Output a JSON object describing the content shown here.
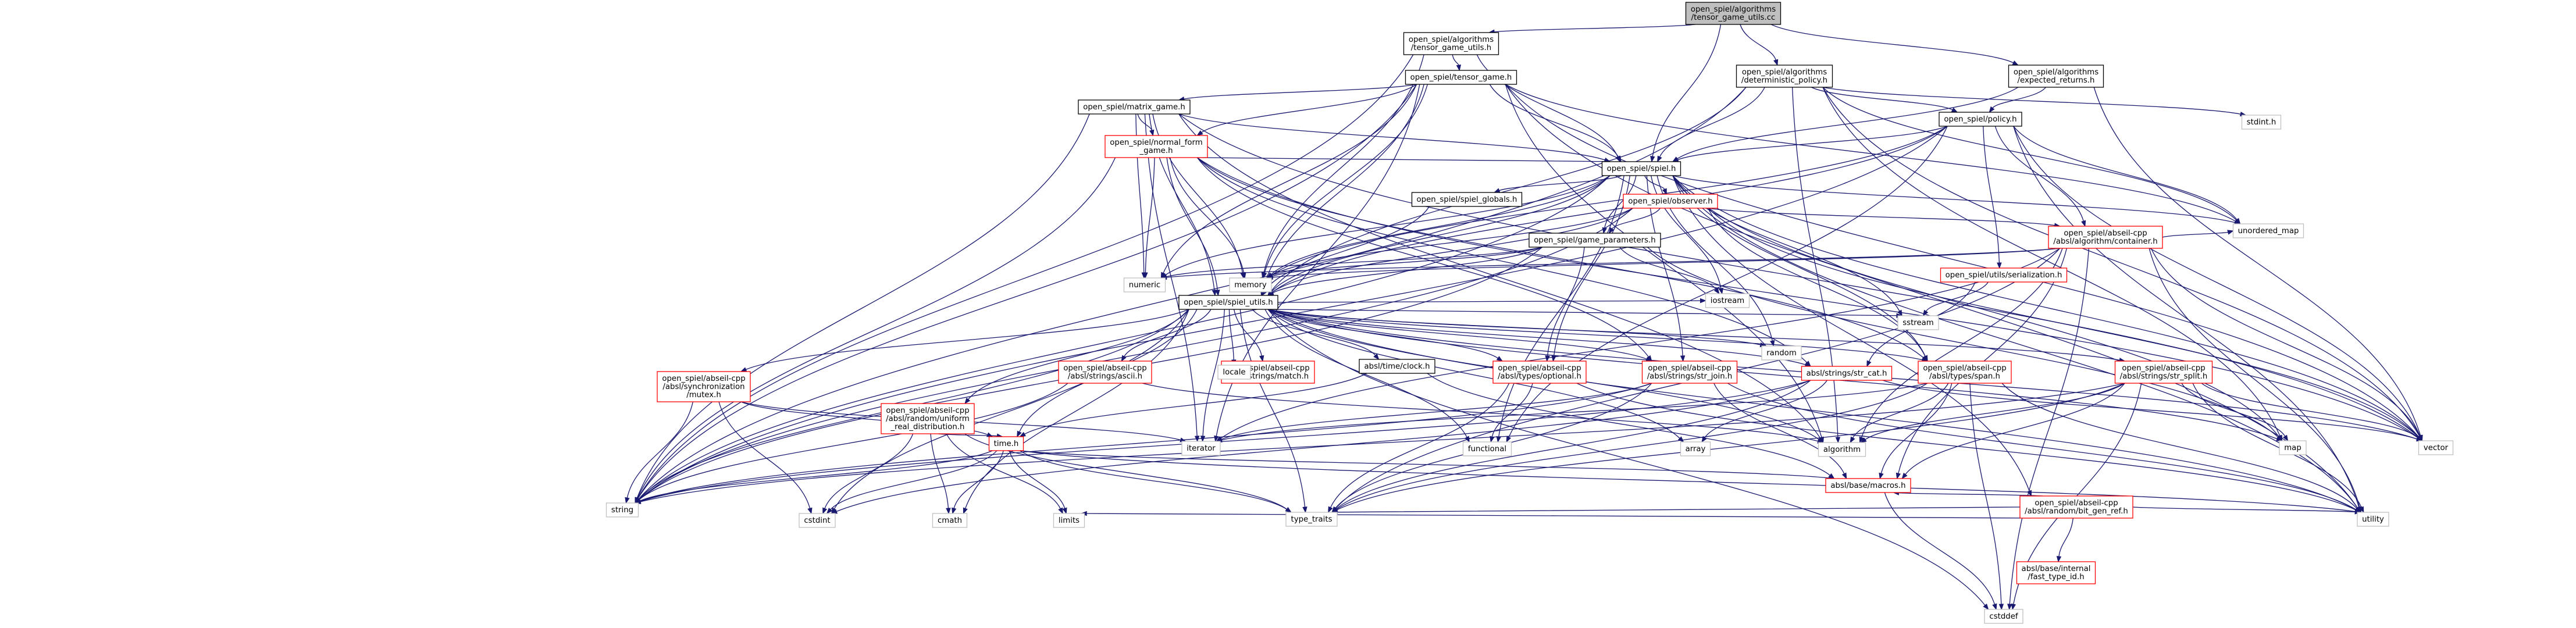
{
  "colors": {
    "edge": "#191970",
    "node_fill": "#ffffff",
    "node_border_normal": "#000000",
    "node_border_link": "#bfbfbf",
    "node_border_truncated": "#ff0000",
    "focus_fill": "#bfbfbf",
    "text": "#000000"
  },
  "nodes": [
    {
      "id": "tgu_cc",
      "lines": [
        "open_spiel/algorithms",
        "/tensor_game_utils.cc"
      ],
      "style": "focus"
    },
    {
      "id": "tgu_h",
      "lines": [
        "open_spiel/algorithms",
        "/tensor_game_utils.h"
      ],
      "style": "normal"
    },
    {
      "id": "det_policy",
      "lines": [
        "open_spiel/algorithms",
        "/deterministic_policy.h"
      ],
      "style": "normal"
    },
    {
      "id": "exp_returns",
      "lines": [
        "open_spiel/algorithms",
        "/expected_returns.h"
      ],
      "style": "normal"
    },
    {
      "id": "tensor_game",
      "lines": [
        "open_spiel/tensor_game.h"
      ],
      "style": "normal"
    },
    {
      "id": "matrix_game",
      "lines": [
        "open_spiel/matrix_game.h"
      ],
      "style": "normal"
    },
    {
      "id": "normal_form",
      "lines": [
        "open_spiel/normal_form",
        "_game.h"
      ],
      "style": "truncated"
    },
    {
      "id": "policy",
      "lines": [
        "open_spiel/policy.h"
      ],
      "style": "normal"
    },
    {
      "id": "spiel",
      "lines": [
        "open_spiel/spiel.h"
      ],
      "style": "normal"
    },
    {
      "id": "spiel_globals",
      "lines": [
        "open_spiel/spiel_globals.h"
      ],
      "style": "normal"
    },
    {
      "id": "observer",
      "lines": [
        "open_spiel/observer.h"
      ],
      "style": "truncated"
    },
    {
      "id": "game_params",
      "lines": [
        "open_spiel/game_parameters.h"
      ],
      "style": "normal"
    },
    {
      "id": "container",
      "lines": [
        "open_spiel/abseil-cpp",
        "/absl/algorithm/container.h"
      ],
      "style": "truncated"
    },
    {
      "id": "serialization",
      "lines": [
        "open_spiel/utils/serialization.h"
      ],
      "style": "truncated"
    },
    {
      "id": "spiel_utils",
      "lines": [
        "open_spiel/spiel_utils.h"
      ],
      "style": "normal"
    },
    {
      "id": "mutex",
      "lines": [
        "open_spiel/abseil-cpp",
        "/absl/synchronization",
        "/mutex.h"
      ],
      "style": "truncated"
    },
    {
      "id": "ascii",
      "lines": [
        "open_spiel/abseil-cpp",
        "/absl/strings/ascii.h"
      ],
      "style": "truncated"
    },
    {
      "id": "strmatch",
      "lines": [
        "open_spiel/abseil-cpp",
        "/absl/strings/match.h"
      ],
      "style": "truncated"
    },
    {
      "id": "clock",
      "lines": [
        "absl/time/clock.h"
      ],
      "style": "normal"
    },
    {
      "id": "optional",
      "lines": [
        "open_spiel/abseil-cpp",
        "/absl/types/optional.h"
      ],
      "style": "truncated"
    },
    {
      "id": "str_join",
      "lines": [
        "open_spiel/abseil-cpp",
        "/absl/strings/str_join.h"
      ],
      "style": "truncated"
    },
    {
      "id": "str_cat",
      "lines": [
        "absl/strings/str_cat.h"
      ],
      "style": "truncated"
    },
    {
      "id": "span",
      "lines": [
        "open_spiel/abseil-cpp",
        "/absl/types/span.h"
      ],
      "style": "truncated"
    },
    {
      "id": "str_split",
      "lines": [
        "open_spiel/abseil-cpp",
        "/absl/strings/str_split.h"
      ],
      "style": "truncated"
    },
    {
      "id": "uniform_real",
      "lines": [
        "open_spiel/abseil-cpp",
        "/absl/random/uniform",
        "_real_distribution.h"
      ],
      "style": "truncated"
    },
    {
      "id": "time_h",
      "lines": [
        "time.h"
      ],
      "style": "truncated"
    },
    {
      "id": "bit_gen_ref",
      "lines": [
        "open_spiel/abseil-cpp",
        "/absl/random/bit_gen_ref.h"
      ],
      "style": "truncated"
    },
    {
      "id": "macros",
      "lines": [
        "absl/base/macros.h"
      ],
      "style": "truncated"
    },
    {
      "id": "fast_type_id",
      "lines": [
        "absl/base/internal",
        "/fast_type_id.h"
      ],
      "style": "truncated"
    },
    {
      "id": "s_stdint",
      "lines": [
        "stdint.h"
      ],
      "style": "link"
    },
    {
      "id": "s_unordered_map",
      "lines": [
        "unordered_map"
      ],
      "style": "link"
    },
    {
      "id": "s_numeric",
      "lines": [
        "numeric"
      ],
      "style": "link"
    },
    {
      "id": "s_memory",
      "lines": [
        "memory"
      ],
      "style": "link"
    },
    {
      "id": "s_iostream",
      "lines": [
        "iostream"
      ],
      "style": "link"
    },
    {
      "id": "s_sstream",
      "lines": [
        "sstream"
      ],
      "style": "link"
    },
    {
      "id": "s_locale",
      "lines": [
        "locale"
      ],
      "style": "link"
    },
    {
      "id": "s_random",
      "lines": [
        "random"
      ],
      "style": "link"
    },
    {
      "id": "s_map",
      "lines": [
        "map"
      ],
      "style": "link"
    },
    {
      "id": "s_vector",
      "lines": [
        "vector"
      ],
      "style": "link"
    },
    {
      "id": "s_iterator",
      "lines": [
        "iterator"
      ],
      "style": "link"
    },
    {
      "id": "s_functional",
      "lines": [
        "functional"
      ],
      "style": "link"
    },
    {
      "id": "s_array",
      "lines": [
        "array"
      ],
      "style": "link"
    },
    {
      "id": "s_algorithm",
      "lines": [
        "algorithm"
      ],
      "style": "link"
    },
    {
      "id": "s_string",
      "lines": [
        "string"
      ],
      "style": "link"
    },
    {
      "id": "s_cstdint",
      "lines": [
        "cstdint"
      ],
      "style": "link"
    },
    {
      "id": "s_cmath",
      "lines": [
        "cmath"
      ],
      "style": "link"
    },
    {
      "id": "s_limits",
      "lines": [
        "limits"
      ],
      "style": "link"
    },
    {
      "id": "s_type_traits",
      "lines": [
        "type_traits"
      ],
      "style": "link"
    },
    {
      "id": "s_utility",
      "lines": [
        "utility"
      ],
      "style": "link"
    },
    {
      "id": "s_cstddef",
      "lines": [
        "cstddef"
      ],
      "style": "link"
    }
  ],
  "edges": [
    [
      "tgu_cc",
      "tgu_h"
    ],
    [
      "tgu_cc",
      "spiel"
    ],
    [
      "tgu_cc",
      "det_policy"
    ],
    [
      "tgu_cc",
      "exp_returns"
    ],
    [
      "tgu_h",
      "tensor_game"
    ],
    [
      "tgu_h",
      "s_memory"
    ],
    [
      "tgu_h",
      "s_string"
    ],
    [
      "tgu_h",
      "spiel"
    ],
    [
      "det_policy",
      "s_stdint"
    ],
    [
      "det_policy",
      "s_map"
    ],
    [
      "det_policy",
      "s_string"
    ],
    [
      "det_policy",
      "s_unordered_map"
    ],
    [
      "det_policy",
      "s_vector"
    ],
    [
      "det_policy",
      "s_algorithm"
    ],
    [
      "det_policy",
      "policy"
    ],
    [
      "det_policy",
      "spiel"
    ],
    [
      "det_policy",
      "spiel_utils"
    ],
    [
      "exp_returns",
      "policy"
    ],
    [
      "exp_returns",
      "spiel"
    ],
    [
      "exp_returns",
      "s_vector"
    ],
    [
      "tensor_game",
      "s_memory"
    ],
    [
      "tensor_game",
      "s_numeric"
    ],
    [
      "tensor_game",
      "s_string"
    ],
    [
      "tensor_game",
      "s_unordered_map"
    ],
    [
      "tensor_game",
      "s_utility"
    ],
    [
      "tensor_game",
      "s_vector"
    ],
    [
      "tensor_game",
      "matrix_game"
    ],
    [
      "tensor_game",
      "normal_form"
    ],
    [
      "tensor_game",
      "spiel"
    ],
    [
      "tensor_game",
      "spiel_utils"
    ],
    [
      "tensor_game",
      "s_algorithm"
    ],
    [
      "tensor_game",
      "s_iterator"
    ],
    [
      "matrix_game",
      "s_iterator"
    ],
    [
      "matrix_game",
      "s_memory"
    ],
    [
      "matrix_game",
      "s_numeric"
    ],
    [
      "matrix_game",
      "s_string"
    ],
    [
      "matrix_game",
      "s_vector"
    ],
    [
      "matrix_game",
      "normal_form"
    ],
    [
      "matrix_game",
      "spiel"
    ],
    [
      "matrix_game",
      "spiel_utils"
    ],
    [
      "matrix_game",
      "s_algorithm"
    ],
    [
      "normal_form",
      "s_memory"
    ],
    [
      "normal_form",
      "s_numeric"
    ],
    [
      "normal_form",
      "s_string"
    ],
    [
      "normal_form",
      "s_vector"
    ],
    [
      "normal_form",
      "spiel"
    ],
    [
      "normal_form",
      "spiel_utils"
    ],
    [
      "normal_form",
      "str_join"
    ],
    [
      "normal_form",
      "str_cat"
    ],
    [
      "normal_form",
      "span"
    ],
    [
      "policy",
      "s_memory"
    ],
    [
      "policy",
      "s_string"
    ],
    [
      "policy",
      "s_unordered_map"
    ],
    [
      "policy",
      "s_utility"
    ],
    [
      "policy",
      "s_vector"
    ],
    [
      "policy",
      "container"
    ],
    [
      "policy",
      "spiel"
    ],
    [
      "policy",
      "serialization"
    ],
    [
      "policy",
      "spiel_utils"
    ],
    [
      "policy",
      "s_functional"
    ],
    [
      "spiel",
      "s_functional"
    ],
    [
      "spiel",
      "s_iostream"
    ],
    [
      "spiel",
      "s_memory"
    ],
    [
      "spiel",
      "s_random"
    ],
    [
      "spiel",
      "s_sstream"
    ],
    [
      "spiel",
      "s_string"
    ],
    [
      "spiel",
      "s_unordered_map"
    ],
    [
      "spiel",
      "s_utility"
    ],
    [
      "spiel",
      "s_vector"
    ],
    [
      "spiel",
      "spiel_globals"
    ],
    [
      "spiel",
      "game_params"
    ],
    [
      "spiel",
      "observer"
    ],
    [
      "spiel",
      "spiel_utils"
    ],
    [
      "spiel",
      "optional"
    ],
    [
      "spiel",
      "span"
    ],
    [
      "spiel",
      "str_join"
    ],
    [
      "spiel",
      "bit_gen_ref"
    ],
    [
      "spiel",
      "s_map"
    ],
    [
      "spiel",
      "s_numeric"
    ],
    [
      "spiel_globals",
      "spiel_utils"
    ],
    [
      "observer",
      "s_memory"
    ],
    [
      "observer",
      "s_string"
    ],
    [
      "observer",
      "s_vector"
    ],
    [
      "observer",
      "game_params"
    ],
    [
      "observer",
      "spiel_utils"
    ],
    [
      "observer",
      "container"
    ],
    [
      "observer",
      "span"
    ],
    [
      "game_params",
      "s_iostream"
    ],
    [
      "game_params",
      "s_map"
    ],
    [
      "game_params",
      "s_memory"
    ],
    [
      "game_params",
      "s_string"
    ],
    [
      "game_params",
      "optional"
    ],
    [
      "game_params",
      "spiel_utils"
    ],
    [
      "game_params",
      "s_numeric"
    ],
    [
      "container",
      "s_algorithm"
    ],
    [
      "container",
      "s_cstddef"
    ],
    [
      "container",
      "s_iterator"
    ],
    [
      "container",
      "s_numeric"
    ],
    [
      "container",
      "s_type_traits"
    ],
    [
      "container",
      "s_unordered_map"
    ],
    [
      "container",
      "s_utility"
    ],
    [
      "container",
      "s_vector"
    ],
    [
      "container",
      "macros"
    ],
    [
      "container",
      "s_memory"
    ],
    [
      "serialization",
      "s_sstream"
    ],
    [
      "serialization",
      "str_cat"
    ],
    [
      "spiel_utils",
      "s_algorithm"
    ],
    [
      "spiel_utils",
      "s_cstddef"
    ],
    [
      "spiel_utils",
      "s_cstdint"
    ],
    [
      "spiel_utils",
      "s_iostream"
    ],
    [
      "spiel_utils",
      "s_locale"
    ],
    [
      "spiel_utils",
      "s_random"
    ],
    [
      "spiel_utils",
      "s_sstream"
    ],
    [
      "spiel_utils",
      "s_string"
    ],
    [
      "spiel_utils",
      "s_type_traits"
    ],
    [
      "spiel_utils",
      "s_utility"
    ],
    [
      "spiel_utils",
      "s_vector"
    ],
    [
      "spiel_utils",
      "mutex"
    ],
    [
      "spiel_utils",
      "ascii"
    ],
    [
      "spiel_utils",
      "strmatch"
    ],
    [
      "spiel_utils",
      "clock"
    ],
    [
      "spiel_utils",
      "optional"
    ],
    [
      "spiel_utils",
      "str_join"
    ],
    [
      "spiel_utils",
      "str_cat"
    ],
    [
      "spiel_utils",
      "span"
    ],
    [
      "spiel_utils",
      "str_split"
    ],
    [
      "spiel_utils",
      "uniform_real"
    ],
    [
      "spiel_utils",
      "time_h"
    ],
    [
      "spiel_utils",
      "s_cmath"
    ],
    [
      "spiel_utils",
      "s_map"
    ],
    [
      "spiel_utils",
      "s_array"
    ],
    [
      "spiel_utils",
      "s_functional"
    ],
    [
      "spiel_utils",
      "s_iterator"
    ],
    [
      "mutex",
      "s_string"
    ],
    [
      "mutex",
      "s_cstdint"
    ],
    [
      "mutex",
      "time_h"
    ],
    [
      "mutex",
      "s_iterator"
    ],
    [
      "ascii",
      "s_string"
    ],
    [
      "ascii",
      "s_algorithm"
    ],
    [
      "clock",
      "time_h"
    ],
    [
      "clock",
      "macros"
    ],
    [
      "optional",
      "s_functional"
    ],
    [
      "optional",
      "s_type_traits"
    ],
    [
      "optional",
      "s_utility"
    ],
    [
      "str_join",
      "s_string"
    ],
    [
      "str_join",
      "s_type_traits"
    ],
    [
      "str_join",
      "s_utility"
    ],
    [
      "str_join",
      "macros"
    ],
    [
      "str_join",
      "s_iterator"
    ],
    [
      "str_cat",
      "s_array"
    ],
    [
      "str_cat",
      "s_cstdint"
    ],
    [
      "str_cat",
      "s_string"
    ],
    [
      "str_cat",
      "s_type_traits"
    ],
    [
      "str_cat",
      "s_vector"
    ],
    [
      "span",
      "s_algorithm"
    ],
    [
      "span",
      "s_cstddef"
    ],
    [
      "span",
      "s_type_traits"
    ],
    [
      "span",
      "s_utility"
    ],
    [
      "span",
      "macros"
    ],
    [
      "span",
      "s_iterator"
    ],
    [
      "str_split",
      "s_algorithm"
    ],
    [
      "str_split",
      "s_cstddef"
    ],
    [
      "str_split",
      "s_map"
    ],
    [
      "str_split",
      "s_string"
    ],
    [
      "str_split",
      "s_utility"
    ],
    [
      "str_split",
      "s_vector"
    ],
    [
      "str_split",
      "macros"
    ],
    [
      "str_split",
      "s_type_traits"
    ],
    [
      "uniform_real",
      "s_cmath"
    ],
    [
      "uniform_real",
      "s_cstdint"
    ],
    [
      "uniform_real",
      "s_limits"
    ],
    [
      "uniform_real",
      "s_type_traits"
    ],
    [
      "uniform_real",
      "time_h"
    ],
    [
      "time_h",
      "s_cmath"
    ],
    [
      "time_h",
      "s_cstdint"
    ],
    [
      "time_h",
      "s_limits"
    ],
    [
      "time_h",
      "s_string"
    ],
    [
      "time_h",
      "s_type_traits"
    ],
    [
      "time_h",
      "s_utility"
    ],
    [
      "time_h",
      "macros"
    ],
    [
      "bit_gen_ref",
      "s_limits"
    ],
    [
      "bit_gen_ref",
      "s_type_traits"
    ],
    [
      "bit_gen_ref",
      "s_utility"
    ],
    [
      "bit_gen_ref",
      "macros"
    ],
    [
      "bit_gen_ref",
      "fast_type_id"
    ],
    [
      "macros",
      "s_cstddef"
    ]
  ]
}
